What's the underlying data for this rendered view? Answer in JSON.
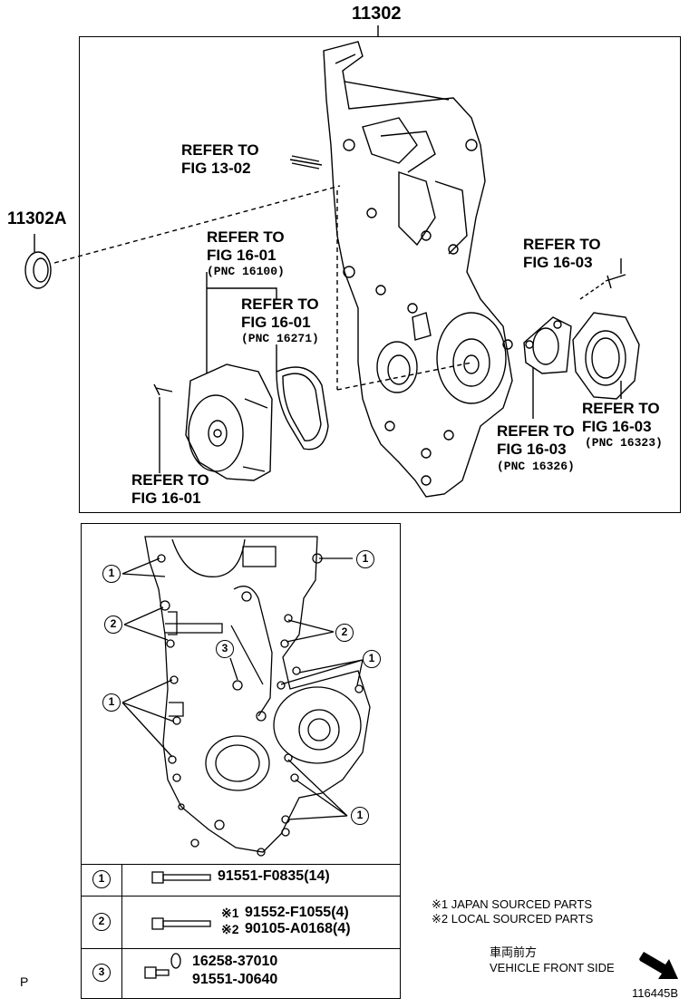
{
  "main_part_number": "11302",
  "seal_part_number": "11302A",
  "refs": {
    "fig13": {
      "line1": "REFER TO",
      "line2": "FIG 13-02"
    },
    "fig1601_pump": {
      "line1": "REFER TO",
      "line2": "FIG 16-01",
      "pnc": "(PNC 16100)"
    },
    "fig1601_gasket": {
      "line1": "REFER TO",
      "line2": "FIG 16-01",
      "pnc": "(PNC 16271)"
    },
    "fig1601_bolt": {
      "line1": "REFER TO",
      "line2": "FIG 16-01"
    },
    "fig1603_bolt": {
      "line1": "REFER TO",
      "line2": "FIG 16-03"
    },
    "fig1603_gasket": {
      "line1": "REFER TO",
      "line2": "FIG 16-03",
      "pnc": "(PNC 16326)"
    },
    "fig1603_outlet": {
      "line1": "REFER TO",
      "line2": "FIG 16-03",
      "pnc": "(PNC 16323)"
    }
  },
  "callouts": {
    "one": "1",
    "two": "2",
    "three": "3"
  },
  "legend": {
    "row1": {
      "num": "1",
      "part": "91551-F0835(14)"
    },
    "row2": {
      "num": "2",
      "mark1": "※1",
      "part1": "91552-F1055(4)",
      "mark2": "※2",
      "part2": "90105-A0168(4)"
    },
    "row3": {
      "num": "3",
      "part1": "16258-37010",
      "part2": "91551-J0640"
    }
  },
  "notes": {
    "note1": "※1 JAPAN SOURCED PARTS",
    "note2": "※2 LOCAL SOURCED PARTS"
  },
  "direction": {
    "jp": "車両前方",
    "en": "VEHICLE FRONT SIDE"
  },
  "page_marker": "P",
  "figure_id": "116445B"
}
